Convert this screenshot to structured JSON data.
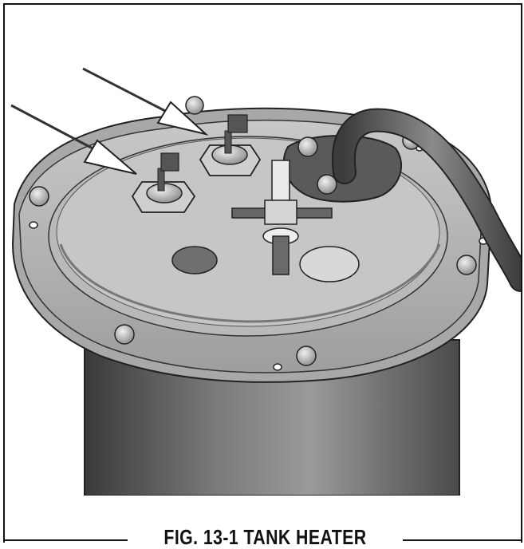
{
  "figure": {
    "caption": "FIG. 13-1 TANK HEATER",
    "subject": "tank-heater-assembly",
    "callout_arrows": [
      "terminal-1-pointer",
      "terminal-2-pointer"
    ]
  }
}
